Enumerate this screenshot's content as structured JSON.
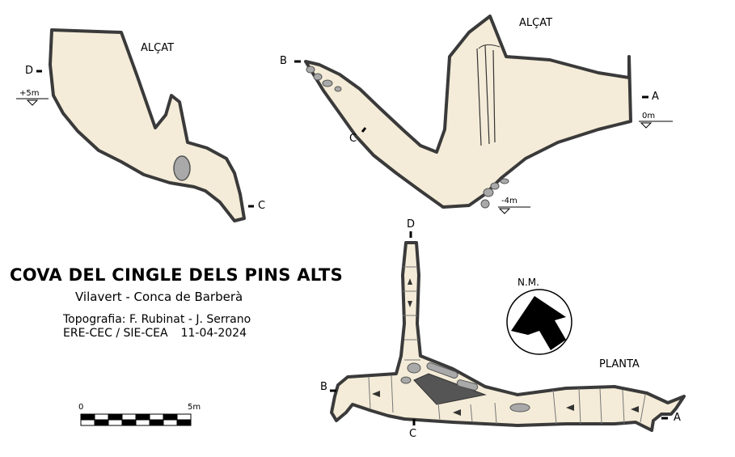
{
  "title": "COVA DEL CINGLE DELS  PINS ALTS",
  "location": "Vilavert - Conca de Barberà",
  "credits": "Topografia: F. Rubinat - J. Serrano",
  "groups": "ERE-CEC / SIE-CEA",
  "date": "11-04-2024",
  "views": {
    "alcat_left": "ALÇAT",
    "alcat_right": "ALÇAT",
    "planta": "PLANTA"
  },
  "section_markers": {
    "a_elev": "A",
    "b_elev": "B",
    "c_elev": "C",
    "d_elev": "D",
    "c_elev_left": "C",
    "a_plan": "A",
    "b_plan": "B",
    "c_plan": "C",
    "d_plan": "D"
  },
  "levels": {
    "plus5": "+5m",
    "zero": "0m",
    "minus4": "-4m"
  },
  "scale_bar": {
    "start": "0",
    "end": "5m"
  },
  "north": {
    "label": "N.M."
  },
  "colors": {
    "cave_fill": "#f4ecd8",
    "wall": "#3a3a3a",
    "rock": "#a9a9a9",
    "dark_rock": "#555555"
  }
}
